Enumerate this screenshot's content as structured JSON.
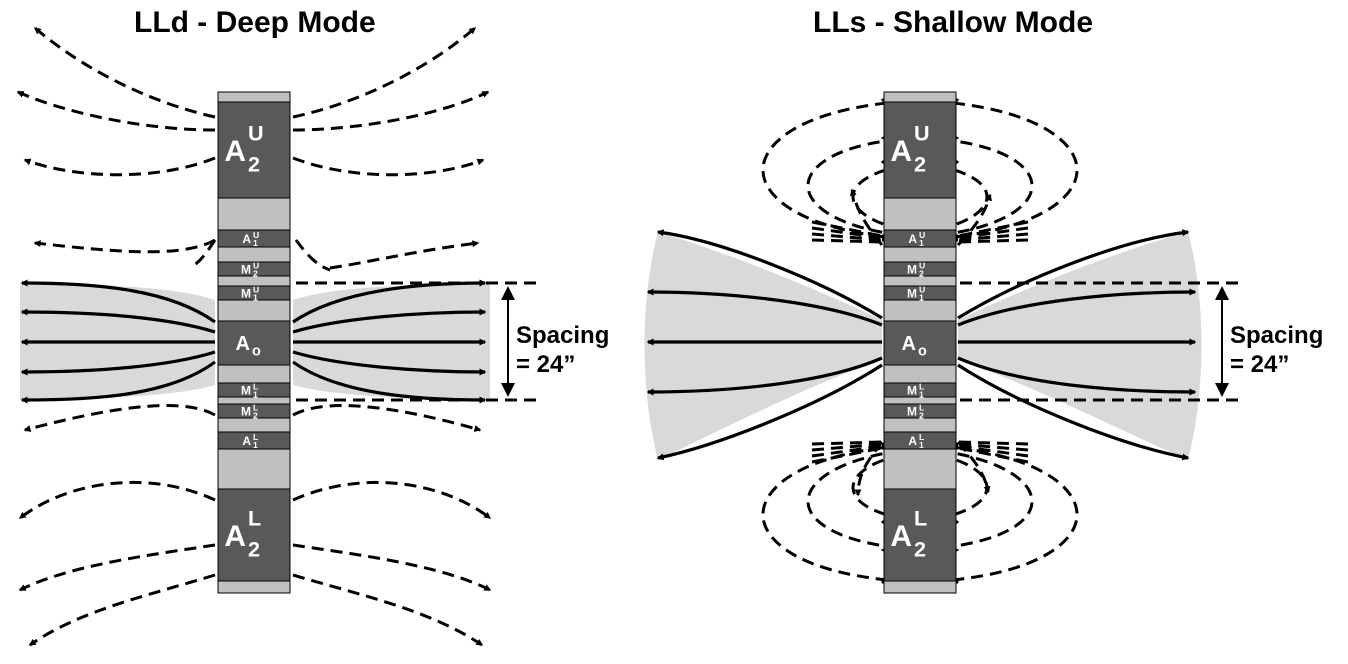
{
  "panels": [
    {
      "title": "LLd - Deep Mode",
      "labels": {
        "a2_upper": {
          "base": "A",
          "sup": "U",
          "sub": "2"
        },
        "a1_upper": {
          "base": "A",
          "sup": "U",
          "sub": "1"
        },
        "m2_upper": {
          "base": "M",
          "sup": "U",
          "sub": "2"
        },
        "m1_upper": {
          "base": "M",
          "sup": "U",
          "sub": "1"
        },
        "ao": {
          "base": "A",
          "sub": "o"
        },
        "m1_lower": {
          "base": "M",
          "sup": "L",
          "sub": "1"
        },
        "m2_lower": {
          "base": "M",
          "sup": "L",
          "sub": "2"
        },
        "a1_lower": {
          "base": "A",
          "sup": "L",
          "sub": "1"
        },
        "a2_lower": {
          "base": "A",
          "sup": "L",
          "sub": "2"
        }
      },
      "spacing_line1": "Spacing",
      "spacing_line2": "= 24”"
    },
    {
      "title": "LLs - Shallow Mode",
      "labels": {
        "a2_upper": {
          "base": "A",
          "sup": "U",
          "sub": "2"
        },
        "a1_upper": {
          "base": "A",
          "sup": "U",
          "sub": "1"
        },
        "m2_upper": {
          "base": "M",
          "sup": "U",
          "sub": "2"
        },
        "m1_upper": {
          "base": "M",
          "sup": "U",
          "sub": "1"
        },
        "ao": {
          "base": "A",
          "sub": "o"
        },
        "m1_lower": {
          "base": "M",
          "sup": "L",
          "sub": "1"
        },
        "m2_lower": {
          "base": "M",
          "sup": "L",
          "sub": "2"
        },
        "a1_lower": {
          "base": "A",
          "sup": "L",
          "sub": "1"
        },
        "a2_lower": {
          "base": "A",
          "sup": "L",
          "sub": "2"
        }
      },
      "spacing_line1": "Spacing",
      "spacing_line2": "= 24”"
    }
  ],
  "colors": {
    "tool_body": "#c0c0c0",
    "electrode": "#595959",
    "current_fill": "#d9d9d9",
    "line": "#000000",
    "label_text": "#ffffff"
  }
}
